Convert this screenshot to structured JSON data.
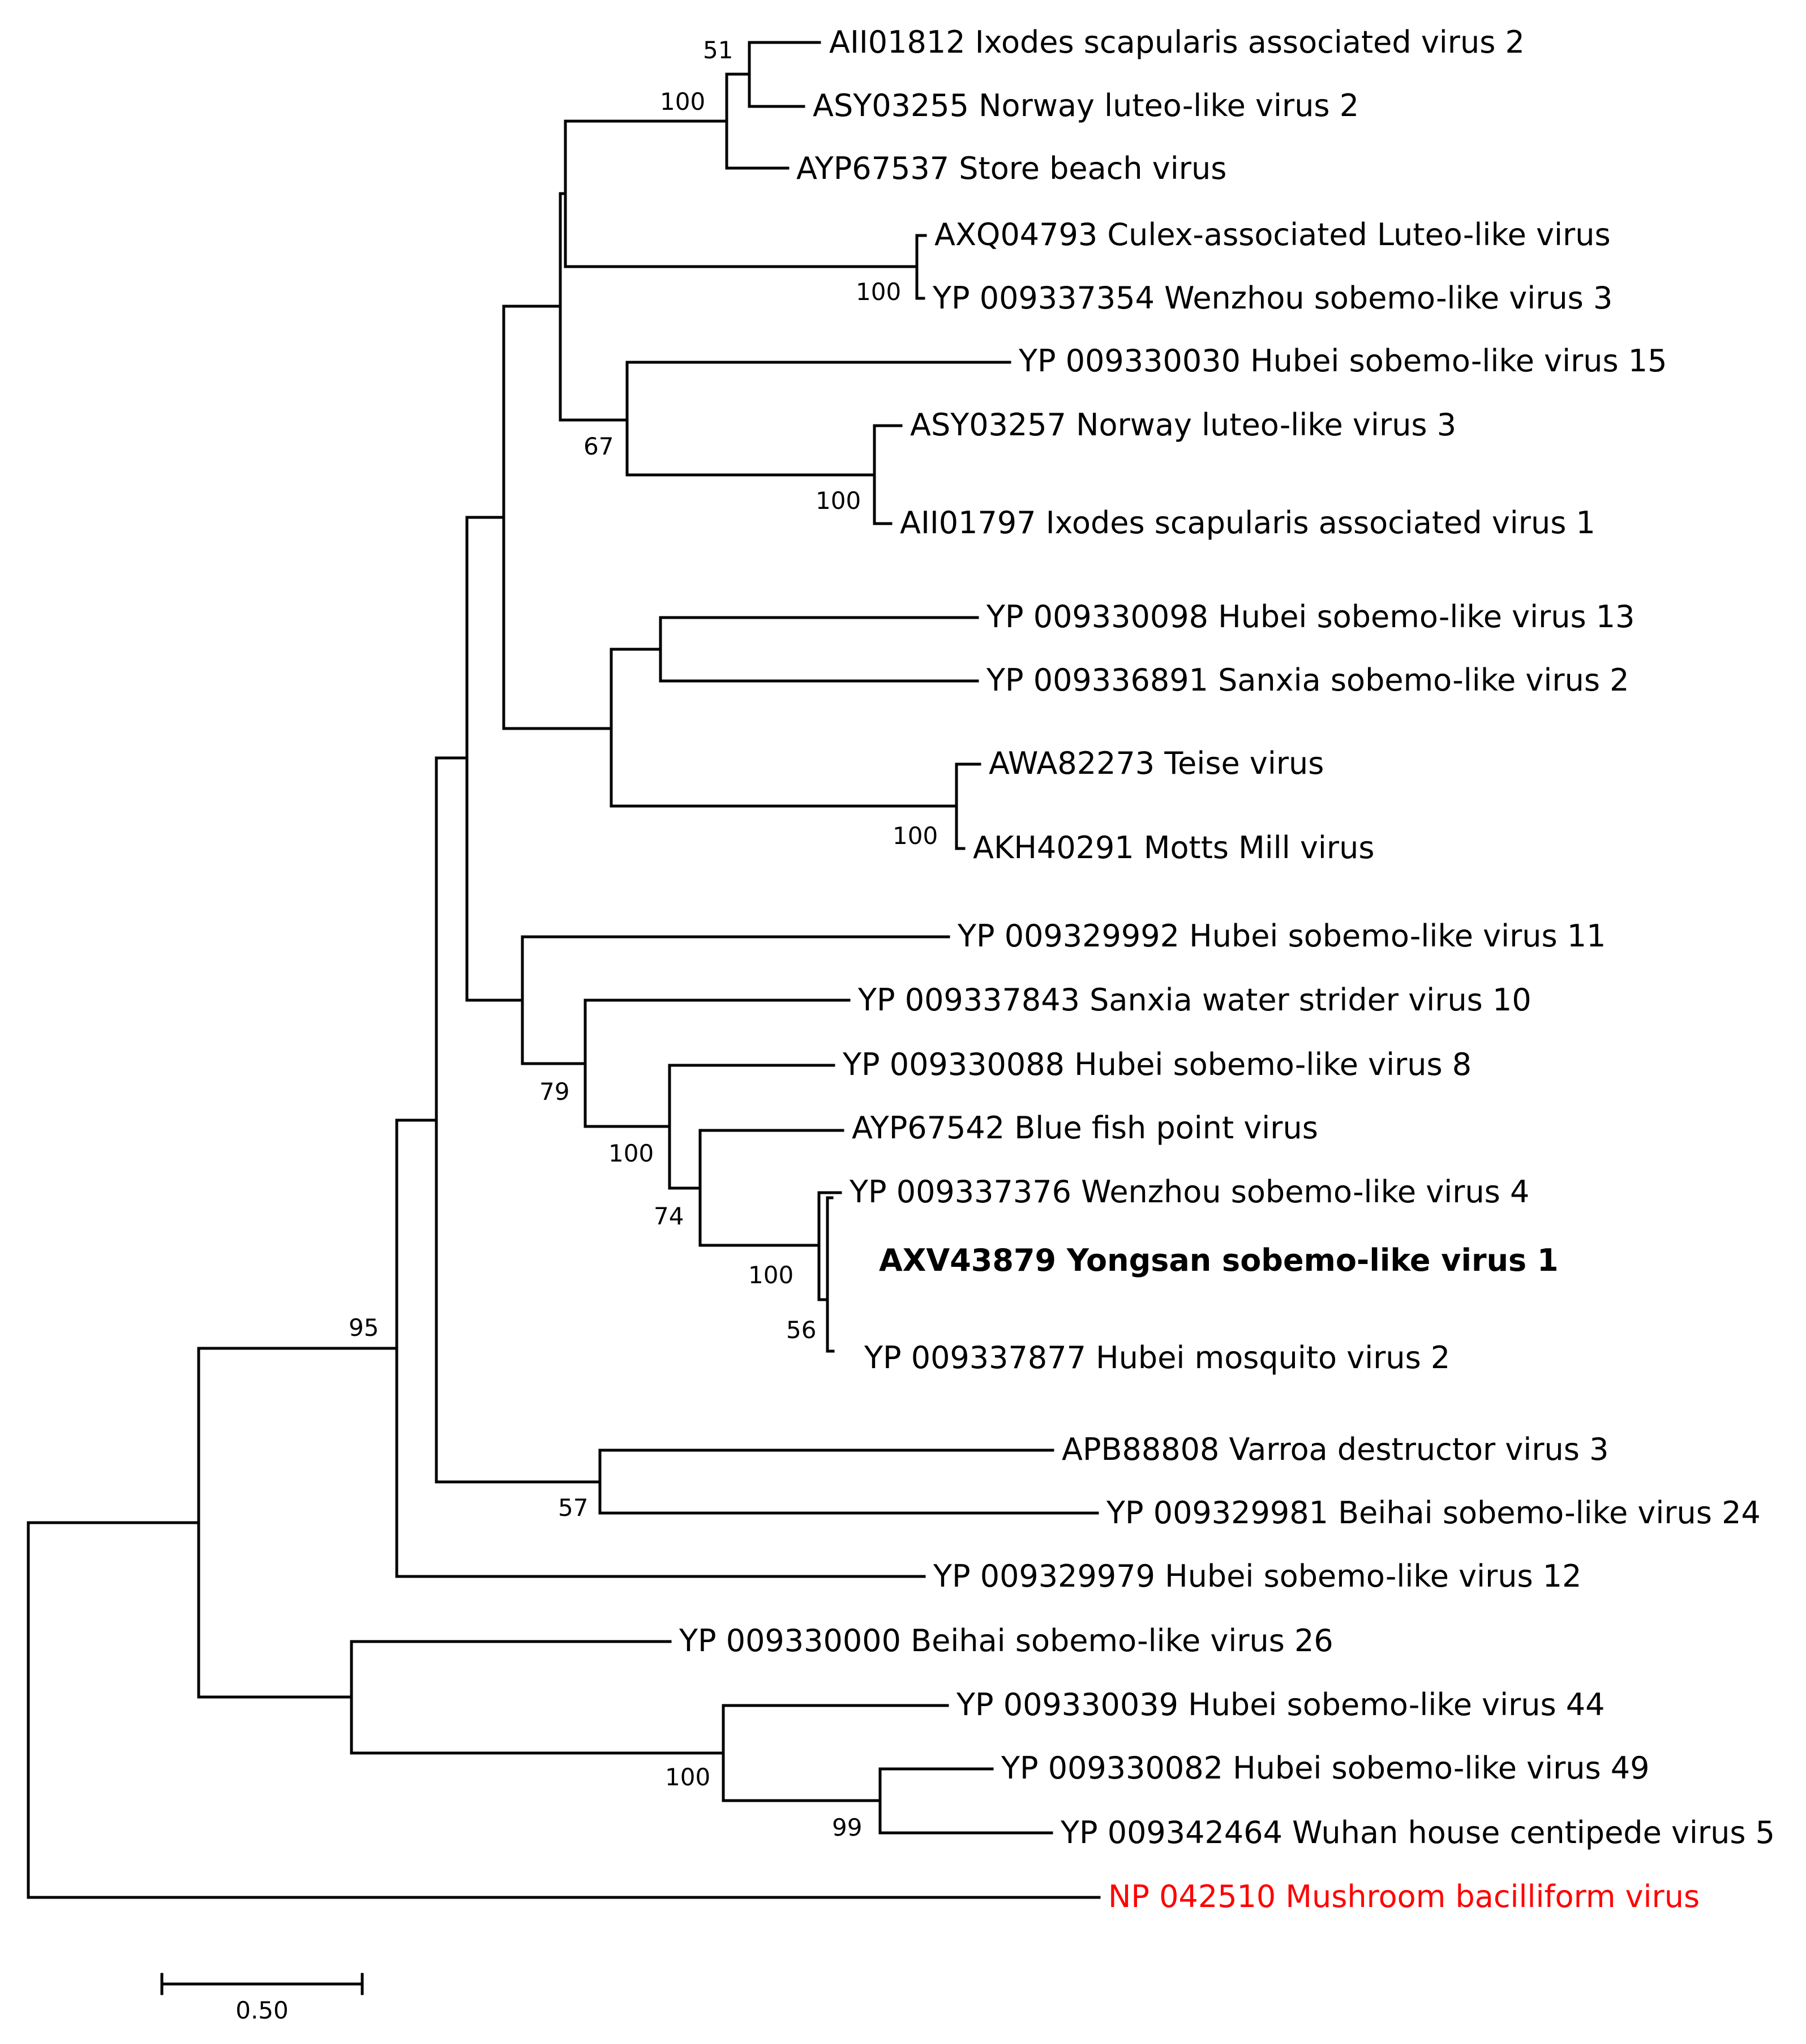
{
  "tree": {
    "leaves": [
      {
        "id": "aii01812",
        "label": "AII01812 Ixodes scapularis associated virus 2"
      },
      {
        "id": "asy03255",
        "label": "ASY03255 Norway luteo-like virus 2"
      },
      {
        "id": "ayp67537",
        "label": "AYP67537 Store beach virus"
      },
      {
        "id": "axq04793",
        "label": "AXQ04793 Culex-associated Luteo-like virus"
      },
      {
        "id": "yp009337354",
        "label": "YP 009337354 Wenzhou sobemo-like virus 3"
      },
      {
        "id": "yp009330030",
        "label": "YP 009330030 Hubei sobemo-like virus 15"
      },
      {
        "id": "asy03257",
        "label": "ASY03257 Norway luteo-like virus 3"
      },
      {
        "id": "aii01797",
        "label": "AII01797 Ixodes scapularis associated virus 1"
      },
      {
        "id": "yp009330098",
        "label": "YP 009330098 Hubei sobemo-like virus 13"
      },
      {
        "id": "yp009336891",
        "label": "YP 009336891 Sanxia sobemo-like virus 2"
      },
      {
        "id": "awa82273",
        "label": "AWA82273 Teise virus"
      },
      {
        "id": "akh40291",
        "label": "AKH40291 Motts Mill virus"
      },
      {
        "id": "yp009329992",
        "label": "YP 009329992 Hubei sobemo-like virus 11"
      },
      {
        "id": "yp009337843",
        "label": "YP 009337843 Sanxia water strider virus 10"
      },
      {
        "id": "yp009330088",
        "label": "YP 009330088 Hubei sobemo-like virus 8"
      },
      {
        "id": "ayp67542",
        "label": "AYP67542 Blue fish point virus"
      },
      {
        "id": "yp009337376",
        "label": "YP 009337376 Wenzhou sobemo-like virus 4"
      },
      {
        "id": "axv43879",
        "label": "AXV43879 Yongsan sobemo-like virus 1",
        "highlight": "bold"
      },
      {
        "id": "yp009337877",
        "label": "YP 009337877 Hubei mosquito virus 2"
      },
      {
        "id": "apb88808",
        "label": "APB88808 Varroa destructor virus 3"
      },
      {
        "id": "yp009329981",
        "label": "YP 009329981 Beihai sobemo-like virus 24"
      },
      {
        "id": "yp009329979",
        "label": "YP 009329979 Hubei sobemo-like virus 12"
      },
      {
        "id": "yp009330000",
        "label": "YP 009330000 Beihai sobemo-like virus 26"
      },
      {
        "id": "yp009330039",
        "label": "YP 009330039 Hubei sobemo-like virus 44"
      },
      {
        "id": "yp009330082",
        "label": "YP 009330082 Hubei sobemo-like virus 49"
      },
      {
        "id": "yp009342464",
        "label": "YP 009342464 Wuhan house centipede virus 5"
      },
      {
        "id": "np042510",
        "label": "NP 042510 Mushroom bacilliform virus",
        "color": "#ff0000"
      }
    ],
    "bootstrap_values": [
      "51",
      "100",
      "100",
      "67",
      "100",
      "100",
      "79",
      "100",
      "74",
      "100",
      "56",
      "57",
      "95",
      "100",
      "99"
    ],
    "scale_bar": {
      "label": "0.50"
    },
    "colors": {
      "branch": "#000000",
      "outgroup": "#ff0000",
      "text": "#000000"
    }
  }
}
